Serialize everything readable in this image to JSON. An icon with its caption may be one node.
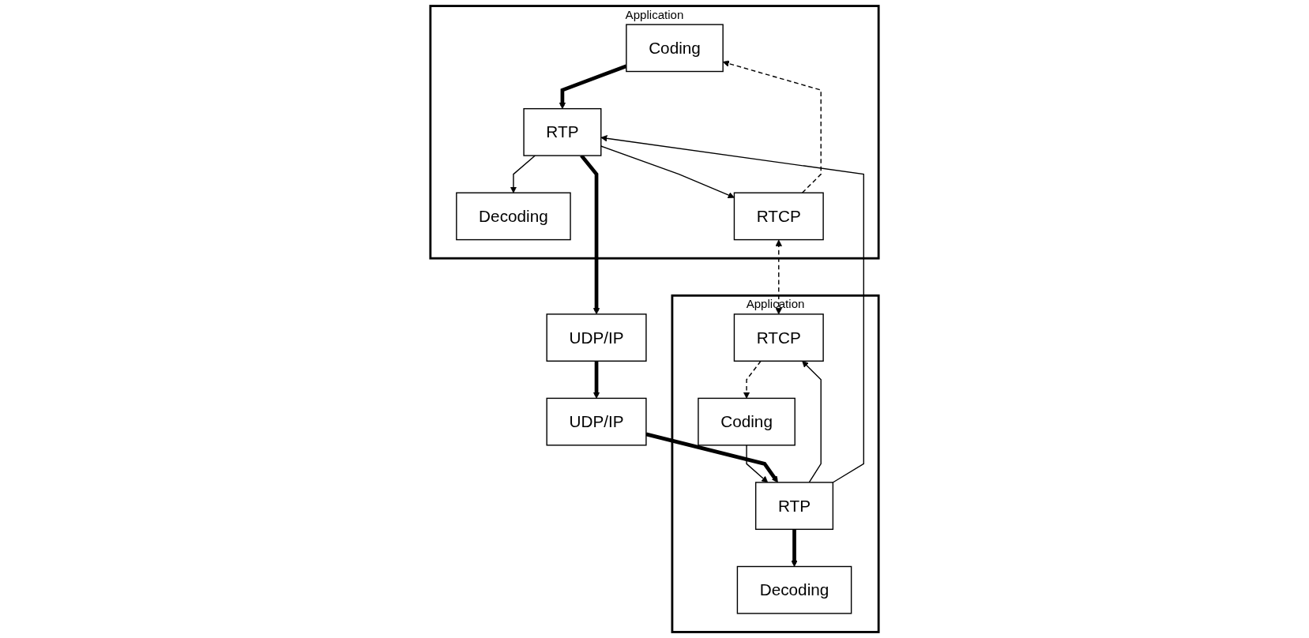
{
  "diagram": {
    "nodes": [
      {
        "text": [
          "Application"
        ]
      },
      {
        "text": [
          "Decoding"
        ],
        "in": 0
      },
      {
        "text": [
          "Coding"
        ],
        "in": 0
      },
      {
        "text": [
          "RTP"
        ],
        "in": 0
      },
      {
        "text": [
          "RTCP"
        ],
        "in": 0
      },
      {
        "text": [
          "Application"
        ]
      },
      {
        "text": [
          "Coding"
        ],
        "in": 5
      },
      {
        "text": [
          "Decoding"
        ],
        "in": 5
      },
      {
        "text": [
          "RTCP"
        ],
        "in": 5
      },
      {
        "text": [
          "RTP"
        ],
        "in": 5
      },
      {
        "text": [
          "UDP/IP"
        ]
      },
      {
        "text": [
          "UDP/IP"
        ]
      }
    ],
    "edges": [
      {
        "from": 3,
        "to": 1,
        "arrow": "to"
      },
      {
        "from": 2,
        "to": 3,
        "arrow": "to",
        "style": "thick"
      },
      {
        "from": 4,
        "to": 2,
        "arrow": "to",
        "style": "dashed"
      },
      {
        "from": 3,
        "to": 4,
        "arrow": "to"
      },
      {
        "from": 6,
        "to": 9,
        "arrow": "to"
      },
      {
        "from": 9,
        "to": 7,
        "arrow": "to",
        "style": "thick"
      },
      {
        "from": 8,
        "to": 6,
        "arrow": "to",
        "style": "dashed"
      },
      {
        "from": 9,
        "to": 8,
        "arrow": "to"
      },
      {
        "from": 3,
        "to": 10,
        "arrow": "to",
        "style": "thick"
      },
      {
        "from": 10,
        "to": 11,
        "arrow": "to",
        "style": "thick"
      },
      {
        "from": 11,
        "to": 9,
        "arrow": "to",
        "style": "thick"
      },
      {
        "from": 4,
        "to": 8,
        "arrow": "both",
        "style": "dashed"
      },
      {
        "from": 9,
        "to": 3,
        "arrow": "to"
      }
    ]
  }
}
